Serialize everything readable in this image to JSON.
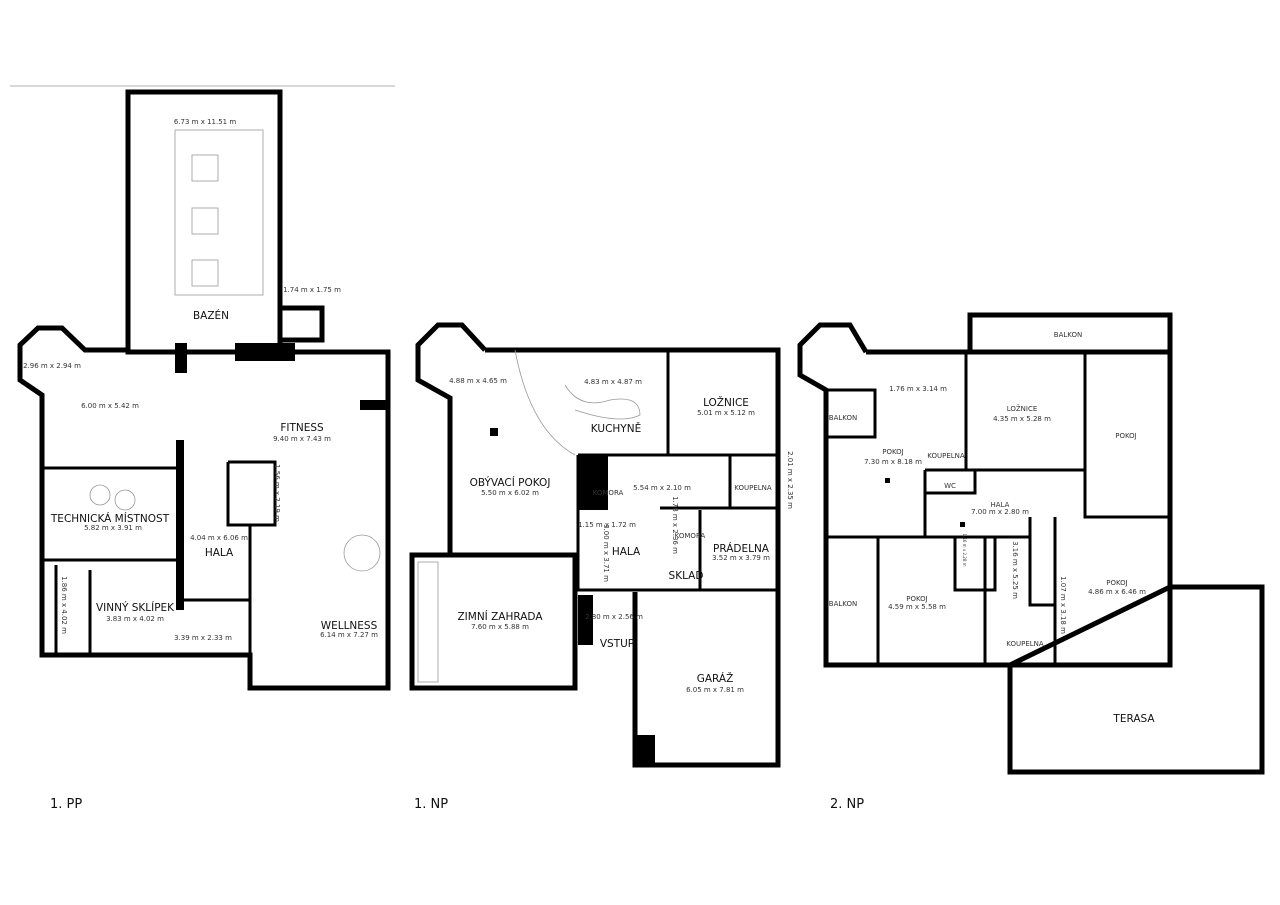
{
  "floors": {
    "pp": {
      "label": "1. PP",
      "rooms": {
        "pool_dim": "6.73 m x 11.51 m",
        "pool": "BAZÉN",
        "annex_dim": "1.74 m x 1.75 m",
        "bay_dim": "2.96 m x 2.94 m",
        "lounge_dim": "6.00 m x 5.42 m",
        "fitness": "FITNESS",
        "fitness_dim": "9.40 m x 7.43 m",
        "wc_dim": "1.56 m x 2.19 m",
        "tech": "TECHNICKÁ MÍSTNOST",
        "tech_dim": "5.82 m x 3.91 m",
        "hall_dim": "4.04 m x 6.06 m",
        "hall": "HALA",
        "cellar_side_dim": "1.86 m x 4.02 m",
        "cellar": "VINNÝ SKLÍPEK",
        "cellar_dim": "3.83 m x 4.02 m",
        "store_dim": "3.39 m x 2.33 m",
        "wellness": "WELLNESS",
        "wellness_dim": "6.14 m x 7.27 m"
      }
    },
    "np1": {
      "label": "1. NP",
      "rooms": {
        "bay_dim": "4.88 m x 4.65 m",
        "kitchen_dim": "4.83 m x 4.87 m",
        "kitchen": "KUCHYNĚ",
        "bedroom": "LOŽNICE",
        "bedroom_dim": "5.01 m x 5.12 m",
        "living": "OBÝVACÍ POKOJ",
        "living_dim": "5.50 m x 6.02 m",
        "pantry": "KOMORA",
        "corridor_dim": "5.54 m x 2.10 m",
        "bath": "KOUPELNA",
        "bath_dim": "2.01 m x 2.35 m",
        "small_dim": "1.15 m x 1.72 m",
        "hall_dim": "3.00 m x 3.71 m",
        "hall": "HALA",
        "pantry2": "KOMORA",
        "pantry2_dim": "1.78 m x 2.36 m",
        "laundry": "PRÁDELNA",
        "laundry_dim": "3.52 m x 3.79 m",
        "storage": "SKLAD",
        "garden": "ZIMNÍ ZAHRADA",
        "garden_dim": "7.60 m x 5.88 m",
        "entry_dim": "2.80 m x 2.56 m",
        "entry": "VSTUP",
        "garage": "GARÁŽ",
        "garage_dim": "6.05 m x 7.81 m"
      }
    },
    "np2": {
      "label": "2. NP",
      "rooms": {
        "balcony_top": "BALKON",
        "bay_dim": "1.76 m x 3.14 m",
        "balcony_left": "BALKON",
        "bedroom": "LOŽNICE",
        "bedroom_dim": "4.35 m x 5.28 m",
        "room_right": "POKOJ",
        "room_main": "POKOJ",
        "room_main_dim": "7.30 m x 8.18 m",
        "bath_small": "KOUPELNA",
        "wc": "WC",
        "hall": "HALA",
        "hall_dim": "7.00 m x 2.80 m",
        "closet_dim": "1.46 m x 2.28 m",
        "bath_dim": "3.16 m x 5.25 m",
        "room_sw": "POKOJ",
        "room_sw_dim": "4.59 m x 5.58 m",
        "balcony_bottom": "BALKON",
        "room_se": "POKOJ",
        "room_se_dim": "4.86 m x 6.46 m",
        "closet2_dim": "1.07 m x 3.18 m",
        "bath": "KOUPELNA",
        "terrace": "TERASA"
      }
    }
  }
}
